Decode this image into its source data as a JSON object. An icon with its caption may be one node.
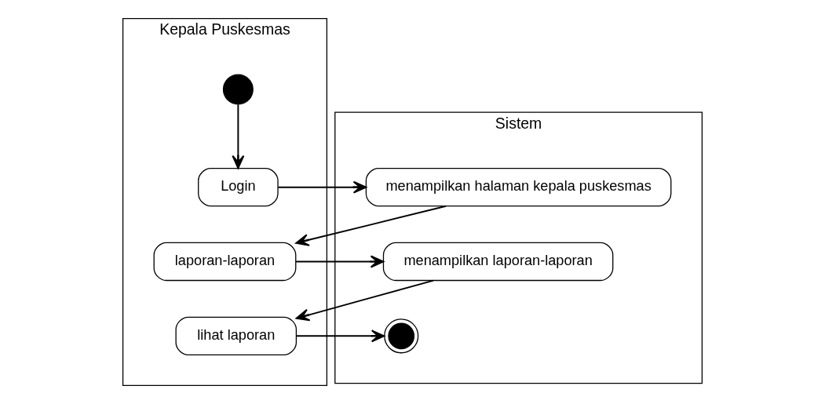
{
  "diagram": {
    "nodes": [
      {
        "text": [
          "Kepala Puskesmas"
        ]
      },
      {
        "text": [
          "Sistem"
        ]
      },
      {
        "text": [],
        "shape": "circle",
        "in": 0
      },
      {
        "text": [
          "Login"
        ],
        "in": 0
      },
      {
        "text": [
          "menampilkan halaman kepala puskesmas"
        ],
        "in": 1
      },
      {
        "text": [
          "laporan-laporan"
        ],
        "in": 0
      },
      {
        "text": [
          "menampilkan laporan-laporan"
        ],
        "in": 1
      },
      {
        "text": [
          "lihat laporan"
        ],
        "in": 0
      },
      {
        "text": [],
        "shape": "bullseye",
        "in": 1
      }
    ],
    "edges": [
      {
        "from": 2,
        "to": 3,
        "arrow": "to"
      },
      {
        "from": 3,
        "to": 4,
        "arrow": "to"
      },
      {
        "from": 4,
        "to": 5,
        "arrow": "to"
      },
      {
        "from": 5,
        "to": 6,
        "arrow": "to"
      },
      {
        "from": 6,
        "to": 7,
        "arrow": "to"
      },
      {
        "from": 7,
        "to": 8,
        "arrow": "to"
      }
    ]
  }
}
